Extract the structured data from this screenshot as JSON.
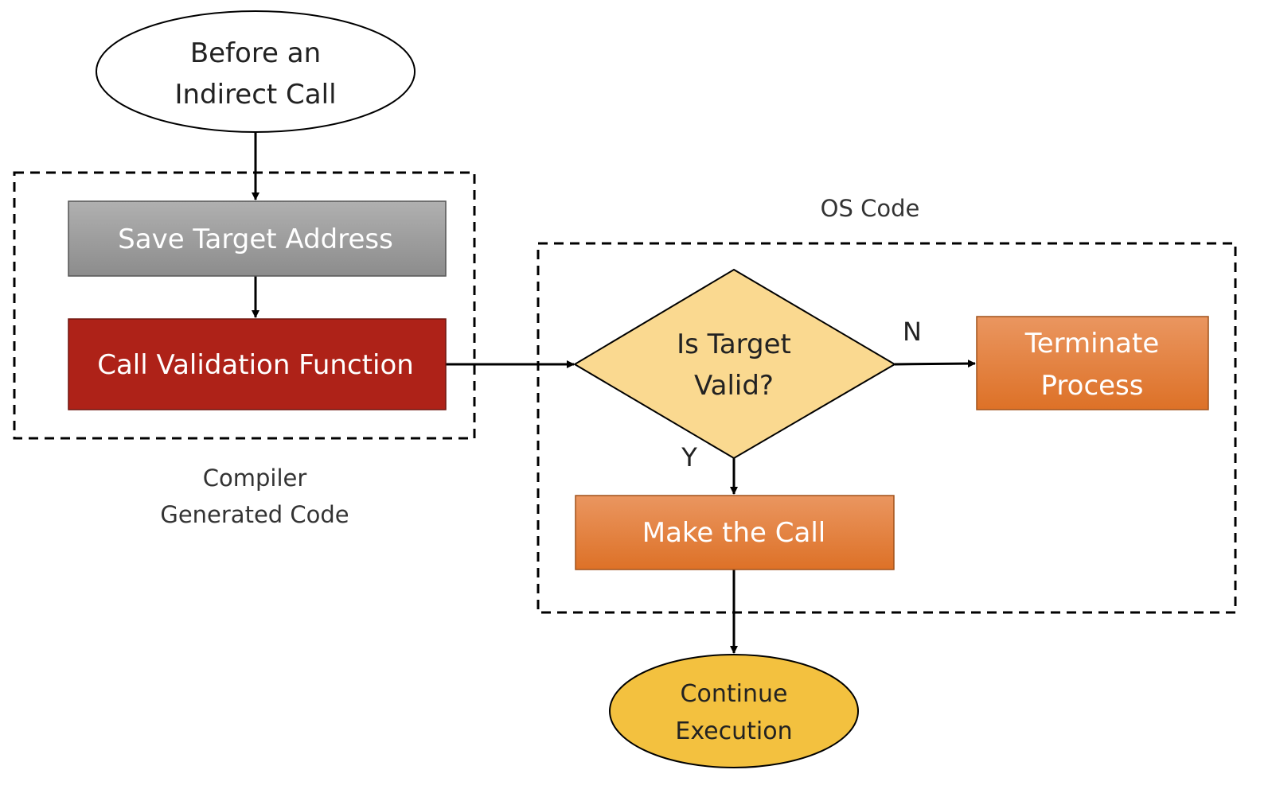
{
  "nodes": {
    "start": {
      "line1": "Before an",
      "line2": "Indirect Call"
    },
    "save": {
      "label": "Save Target Address"
    },
    "validate": {
      "label": "Call Validation Function"
    },
    "decision": {
      "line1": "Is Target",
      "line2": "Valid?"
    },
    "terminate": {
      "line1": "Terminate",
      "line2": "Process"
    },
    "make_call": {
      "label": "Make the Call"
    },
    "end": {
      "line1": "Continue",
      "line2": "Execution"
    }
  },
  "groups": {
    "compiler": {
      "line1": "Compiler",
      "line2": "Generated Code"
    },
    "os": {
      "label": "OS Code"
    }
  },
  "edges": {
    "no_label": "N",
    "yes_label": "Y"
  },
  "colors": {
    "save_fill_top": "#b0b0b0",
    "save_fill_bottom": "#8c8c8c",
    "validate_fill": "#ae2218",
    "decision_fill": "#fad990",
    "orange_top": "#ea9660",
    "orange_bottom": "#dd7127",
    "end_fill": "#f3c13f",
    "stroke": "#000000"
  }
}
